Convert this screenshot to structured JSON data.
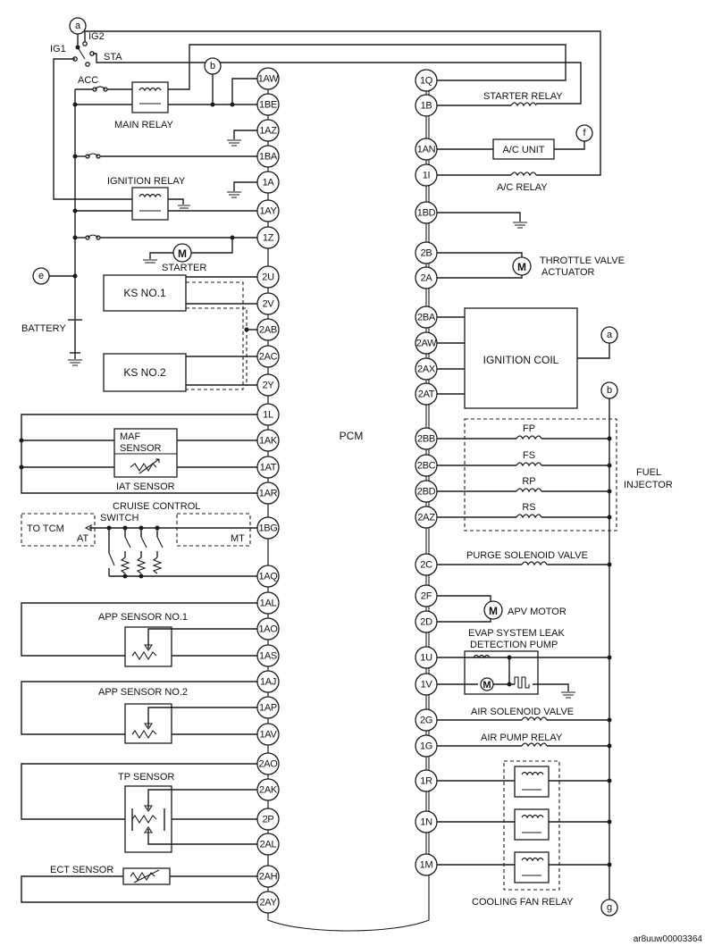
{
  "pcm_label": "PCM",
  "figure_id": "ar8uuw00003364",
  "connectors": {
    "a": "a",
    "b": "b",
    "e": "e",
    "f": "f",
    "g": "g"
  },
  "switch_labels": {
    "ig1": "IG1",
    "ig2": "IG2",
    "sta": "STA",
    "acc": "ACC"
  },
  "components": {
    "main_relay": "MAIN RELAY",
    "ignition_relay": "IGNITION RELAY",
    "starter": "STARTER",
    "battery": "BATTERY",
    "ks1": "KS NO.1",
    "ks2": "KS NO.2",
    "maf_line1": "MAF",
    "maf_line2": "SENSOR",
    "iat": "IAT SENSOR",
    "cruise_line1": "CRUISE CONTROL",
    "cruise_line2": "SWITCH",
    "to_tcm": "TO TCM",
    "at": "AT",
    "mt": "MT",
    "app1": "APP SENSOR NO.1",
    "app2": "APP SENSOR NO.2",
    "tp": "TP SENSOR",
    "ect": "ECT SENSOR",
    "starter_relay": "STARTER RELAY",
    "ac_unit": "A/C UNIT",
    "ac_relay": "A/C RELAY",
    "throttle_line1": "THROTTLE VALVE",
    "throttle_line2": "ACTUATOR",
    "ignition_coil": "IGNITION COIL",
    "fp": "FP",
    "fs": "FS",
    "rp": "RP",
    "rs": "RS",
    "fuel_line1": "FUEL",
    "fuel_line2": "INJECTOR",
    "purge": "PURGE SOLENOID VALVE",
    "apv": "APV MOTOR",
    "evap_line1": "EVAP SYSTEM LEAK",
    "evap_line2": "DETECTION PUMP",
    "air_solenoid": "AIR SOLENOID VALVE",
    "air_pump_relay": "AIR PUMP RELAY",
    "cooling_fan_relay": "COOLING FAN RELAY",
    "motor_symbol": "M"
  },
  "left_pins": [
    "1AW",
    "1BE",
    "1AZ",
    "1BA",
    "1A",
    "1AY",
    "1Z",
    "2U",
    "2V",
    "2AB",
    "2AC",
    "2Y",
    "1L",
    "1AK",
    "1AT",
    "1AR",
    "1BG",
    "1AQ",
    "1AL",
    "1AO",
    "1AS",
    "1AJ",
    "1AP",
    "1AV",
    "2AO",
    "2AK",
    "2P",
    "2AL",
    "2AH",
    "2AY"
  ],
  "right_pins": [
    "1Q",
    "1B",
    "1AN",
    "1I",
    "1BD",
    "2B",
    "2A",
    "2BA",
    "2AW",
    "2AX",
    "2AT",
    "2BB",
    "2BC",
    "2BD",
    "2AZ",
    "2C",
    "2F",
    "2D",
    "1U",
    "1V",
    "2G",
    "1G",
    "1R",
    "1N",
    "1M"
  ]
}
